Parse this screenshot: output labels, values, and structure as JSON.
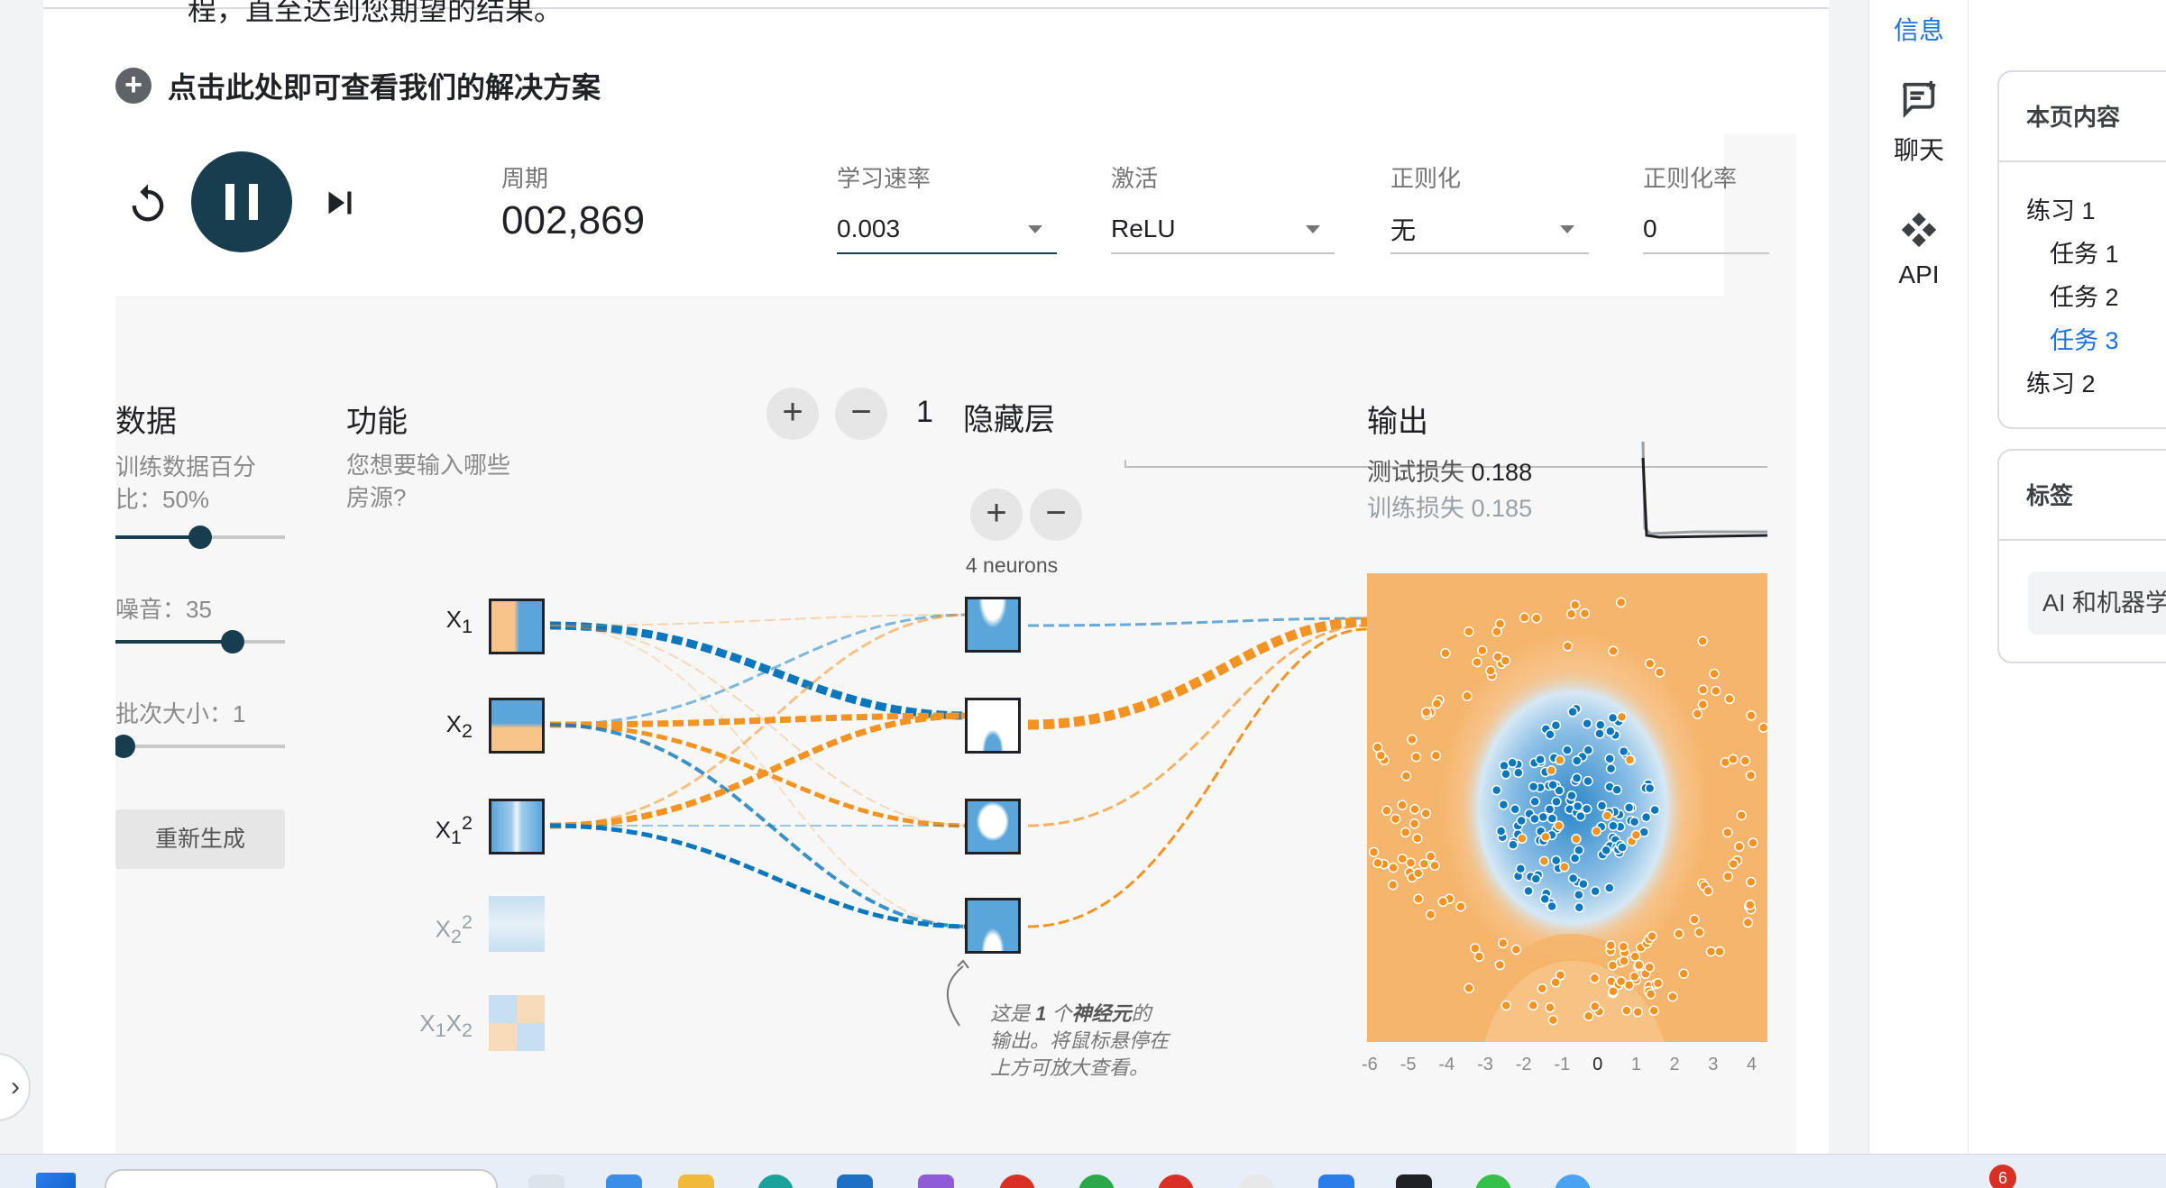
{
  "article": {
    "top_cut_text": "程，直至达到您期望的结果。",
    "solution_link": "点击此处即可查看我们的解决方案"
  },
  "playground": {
    "controls": {
      "epoch_label": "周期",
      "epoch_value": "002,869",
      "learning_rate_label": "学习速率",
      "learning_rate_value": "0.003",
      "activation_label": "激活",
      "activation_value": "ReLU",
      "regularization_label": "正则化",
      "regularization_value": "无",
      "regularization_rate_label": "正则化率",
      "regularization_rate_value": "0"
    },
    "data_panel": {
      "title": "数据",
      "train_ratio_label_1": "训练数据百分",
      "train_ratio_label_2": "比：50%",
      "train_ratio": 0.5,
      "noise_label": "噪音：35",
      "noise": 35,
      "batch_label": "批次大小：1",
      "batch_size": 1,
      "regenerate_label": "重新生成"
    },
    "features_panel": {
      "title": "功能",
      "subtitle_1": "您想要输入哪些",
      "subtitle_2": "房源?",
      "features": [
        {
          "base": "X",
          "sub": "1",
          "sup": "",
          "active": true
        },
        {
          "base": "X",
          "sub": "2",
          "sup": "",
          "active": true
        },
        {
          "base": "X",
          "sub": "1",
          "sup": "2",
          "active": true
        },
        {
          "base": "X",
          "sub": "2",
          "sup": "2",
          "active": false
        },
        {
          "base": "X",
          "sub": "1",
          "base2": "X",
          "sub2": "2",
          "active": false
        }
      ]
    },
    "hidden_layers": {
      "count": "1",
      "label": "隐藏层",
      "add_layer_symbol": "+",
      "remove_layer_symbol": "−",
      "neurons_label": "4 neurons",
      "add_neuron_symbol": "+",
      "remove_neuron_symbol": "−"
    },
    "callout": {
      "part1": "这是",
      "number": "1",
      "part2": "个",
      "bold": "神经元",
      "part3": "的输出。将鼠标悬停在上方可放大查看。"
    },
    "output": {
      "title": "输出",
      "test_loss_label": "测试损失",
      "test_loss_value": "0.188",
      "train_loss_label": "训练损失",
      "train_loss_value": "0.185",
      "x_ticks": [
        "-6",
        "-5",
        "-4",
        "-3",
        "-2",
        "-1",
        "0",
        "1",
        "2",
        "3",
        "4"
      ]
    },
    "colors": {
      "orange": "#f59322",
      "blue": "#0877bd",
      "dark": "#183d4e"
    }
  },
  "right_rail": {
    "items": [
      {
        "label": "信息",
        "icon": "info-icon"
      },
      {
        "label": "聊天",
        "icon": "chat-icon"
      },
      {
        "label": "API",
        "icon": "api-icon"
      }
    ]
  },
  "right_panel": {
    "toc_title": "本页内容",
    "toc": [
      {
        "label": "练习 1",
        "level": 1,
        "active": false
      },
      {
        "label": "任务 1",
        "level": 2,
        "active": false
      },
      {
        "label": "任务 2",
        "level": 2,
        "active": false
      },
      {
        "label": "任务 3",
        "level": 2,
        "active": true
      },
      {
        "label": "练习 2",
        "level": 1,
        "active": false
      }
    ],
    "tags_title": "标签",
    "tag_chip": "AI 和机器学"
  },
  "taskbar": {
    "notification_count": "6"
  }
}
